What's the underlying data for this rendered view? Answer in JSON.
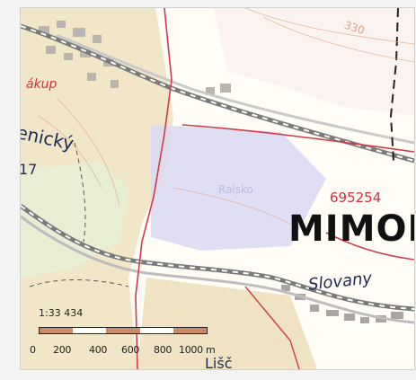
{
  "labels": {
    "place_top_left": "ákup",
    "locality_left": "enický",
    "number_left": "17",
    "contour": "330",
    "spot_height": "695254",
    "town": "MIMOŇ",
    "district": "Slovany",
    "bottom_fragment": "Lišč",
    "faded_center": "Ralsko"
  },
  "scale": {
    "ratio": "1:33 434",
    "ticks": [
      "0",
      "200",
      "400",
      "600",
      "800",
      "1000 m"
    ],
    "fill_pattern": [
      true,
      false,
      true,
      false,
      true
    ]
  },
  "colors": {
    "background": "#fffdf6",
    "forest": "#f1e6c8",
    "meadow": "#e7eed3",
    "military_area": "#dad8f2",
    "road_red": "#d23a4a",
    "railway": "#7a7a7a",
    "text_dark": "#1e2a55",
    "label_red": "#d03040",
    "scale_fill": "#c98a6a"
  }
}
